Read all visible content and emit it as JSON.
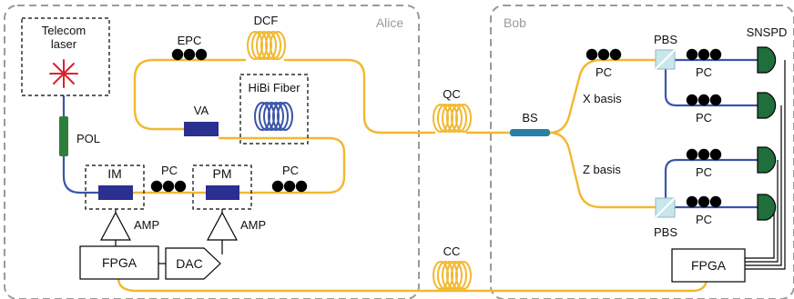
{
  "colors": {
    "fiber_yellow": "#F2B830",
    "fiber_blue": "#3A55A8",
    "fiber_green": "#2E7D3A",
    "component_navy": "#2B2F8F",
    "splitter_teal": "#2680A8",
    "detector_green": "#1F6E3C",
    "laser_red": "#E0202A",
    "region_border": "#9a9a9a"
  },
  "regions": {
    "alice_label": "Alice",
    "bob_label": "Bob"
  },
  "alice": {
    "laser_label_line1": "Telecom",
    "laser_label_line2": "laser",
    "pol_label": "POL",
    "im_label": "IM",
    "pm_label": "PM",
    "pc1_label": "PC",
    "pc2_label": "PC",
    "amp1_label": "AMP",
    "amp2_label": "AMP",
    "fpga_label": "FPGA",
    "dac_label": "DAC",
    "va_label": "VA",
    "hibi_label": "HiBi Fiber",
    "epc_label": "EPC",
    "dcf_label": "DCF"
  },
  "channels": {
    "qc_label": "QC",
    "cc_label": "CC"
  },
  "bob": {
    "bs_label": "BS",
    "x_basis_label": "X basis",
    "z_basis_label": "Z basis",
    "pbs_top_label": "PBS",
    "pbs_bottom_label": "PBS",
    "pc_labels": [
      "PC",
      "PC",
      "PC",
      "PC",
      "PC"
    ],
    "snspd_label": "SNSPD",
    "fpga_label": "FPGA"
  }
}
